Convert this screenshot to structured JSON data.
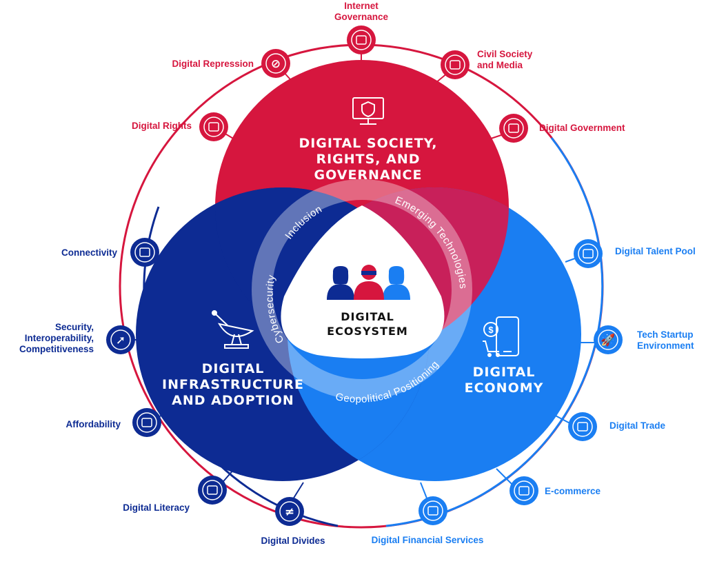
{
  "colors": {
    "red": "#d6163e",
    "navy": "#0d2b93",
    "blue": "#1a7ef2",
    "white": "#ffffff"
  },
  "center": {
    "line1": "DIGITAL",
    "line2": "ECOSYSTEM"
  },
  "pillars": {
    "society": {
      "line1": "DIGITAL SOCIETY,",
      "line2": "RIGHTS, AND",
      "line3": "GOVERNANCE",
      "icon": "monitor-shield-icon"
    },
    "infrastructure": {
      "line1": "DIGITAL",
      "line2": "INFRASTRUCTURE",
      "line3": "AND ADOPTION",
      "icon": "satellite-dish-icon"
    },
    "economy": {
      "line1": "DIGITAL",
      "line2": "ECONOMY",
      "icon": "mobile-payment-icon"
    }
  },
  "ring_labels": {
    "inclusion": "Inclusion",
    "emerging": "Emerging Technologies",
    "cybersecurity": "Cybersecurity",
    "geopolitical": "Geopolitical Positioning"
  },
  "nodes": [
    {
      "line1": "Internet",
      "line2": "Governance",
      "color": "red",
      "icon": "network-icon"
    },
    {
      "line1": "Civil Society",
      "line2": "and Media",
      "color": "red",
      "icon": "megaphone-network-icon"
    },
    {
      "line1": "Digital Government",
      "line2": "",
      "color": "red",
      "icon": "government-building-icon"
    },
    {
      "line1": "Digital Talent Pool",
      "line2": "",
      "color": "blue",
      "icon": "person-star-icon"
    },
    {
      "line1": "Tech Startup",
      "line2": "Environment",
      "color": "blue",
      "icon": "rocket-icon"
    },
    {
      "line1": "Digital Trade",
      "line2": "",
      "color": "blue",
      "icon": "phone-globe-icon"
    },
    {
      "line1": "E-commerce",
      "line2": "",
      "color": "blue",
      "icon": "cart-window-icon"
    },
    {
      "line1": "Digital Financial Services",
      "line2": "",
      "color": "blue",
      "icon": "card-mouse-icon"
    },
    {
      "line1": "Digital Divides",
      "line2": "",
      "color": "navy",
      "icon": "not-equal-icon"
    },
    {
      "line1": "Digital Literacy",
      "line2": "",
      "color": "navy",
      "icon": "document-hand-icon"
    },
    {
      "line1": "Affordability",
      "line2": "",
      "color": "navy",
      "icon": "coin-stack-icon"
    },
    {
      "line1": "Security,",
      "line2": "Interoperability,",
      "line3": "Competitiveness",
      "color": "navy",
      "icon": "cursor-icon"
    },
    {
      "line1": "Connectivity",
      "line2": "",
      "color": "navy",
      "icon": "antenna-icon"
    },
    {
      "line1": "Digital Rights",
      "line2": "",
      "color": "red",
      "icon": "circuit-chip-icon"
    },
    {
      "line1": "Digital Repression",
      "line2": "",
      "color": "red",
      "icon": "prohibited-icon"
    }
  ]
}
